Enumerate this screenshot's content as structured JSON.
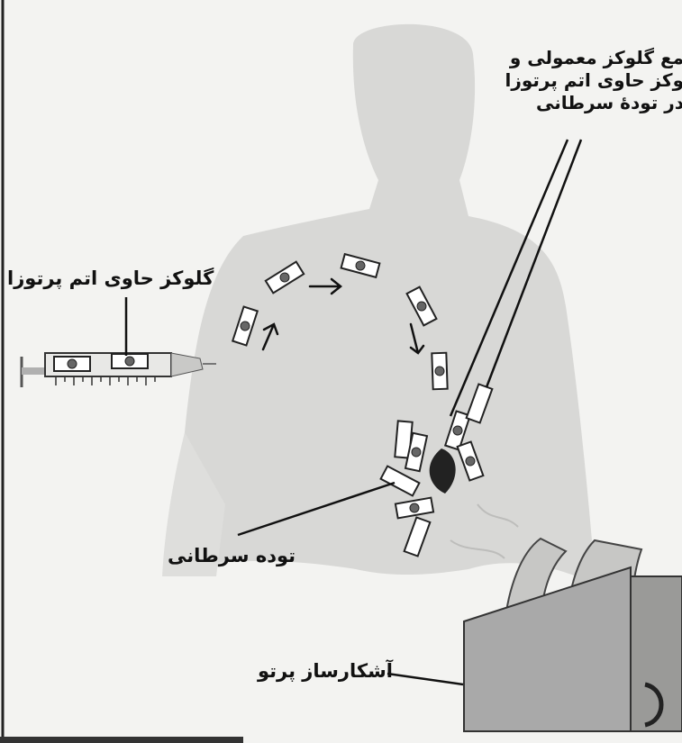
{
  "diagram": {
    "labels": {
      "injected_glucose": "گلوکز حاوی اتم پرتوزا",
      "mixture_lines": [
        "مع گلوکز معمولی و",
        "وکز حاوی اتم پرتوزا",
        "در تودهٔ سرطانی"
      ],
      "tumor": "توده سرطانی",
      "detector": "آشکارساز پرتو"
    },
    "colors": {
      "body_silhouette": "#d8d8d6",
      "background": "#f3f3f1",
      "tumor": "#222222",
      "ink": "#111111",
      "detector_metal": "#a9a9a9"
    }
  }
}
